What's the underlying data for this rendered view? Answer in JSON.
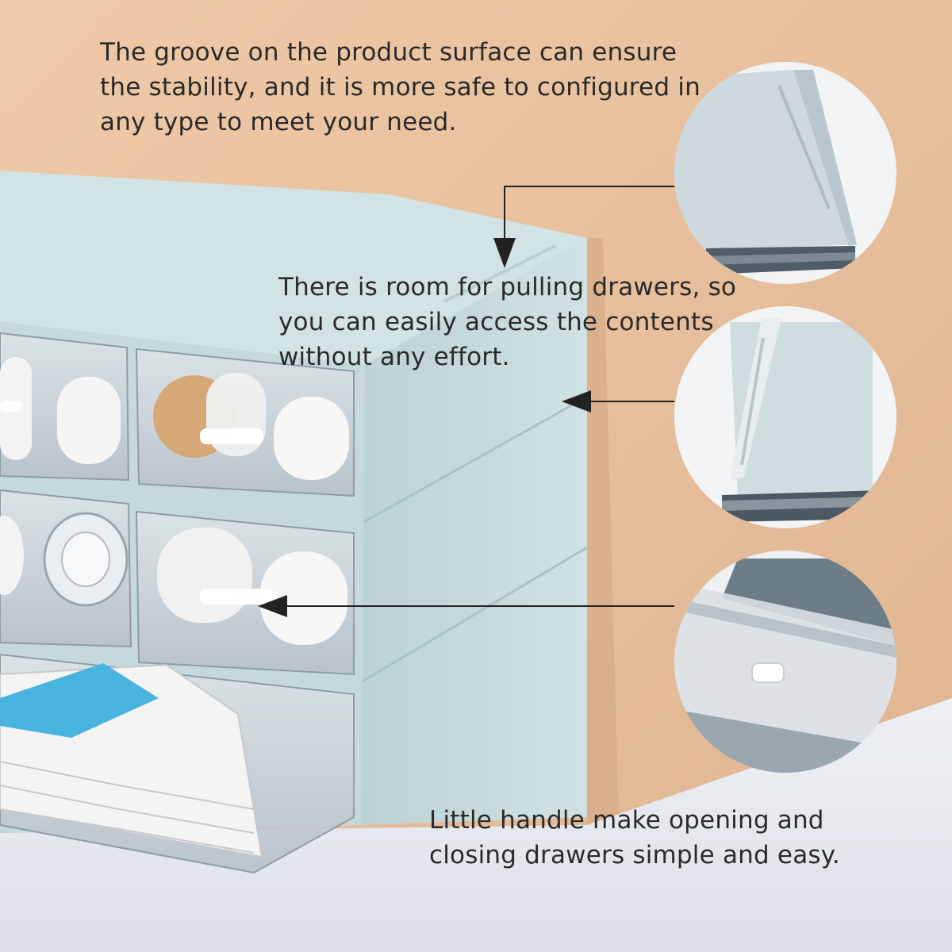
{
  "captions": {
    "groove": "The groove on the product surface can ensure\nthe stability, and it is more safe to configured in\nany type to meet your need.",
    "pull_room": "There is room for pulling drawers, so\nyou can easily access the contents\nwithout any effort.",
    "handle": "Little handle make opening and\nclosing drawers simple and easy."
  },
  "colors": {
    "wall": "#e6bf9c",
    "counter": "#e8ebf0",
    "organizer": "#c5d9dc",
    "organizer_shadow": "#a9c2c6",
    "drawer_glass": "#cfd6dc",
    "bottle": "#f4f4f4",
    "cap_tan": "#d6a877",
    "label_blue": "#4ab4e0",
    "arrow": "#222222"
  }
}
